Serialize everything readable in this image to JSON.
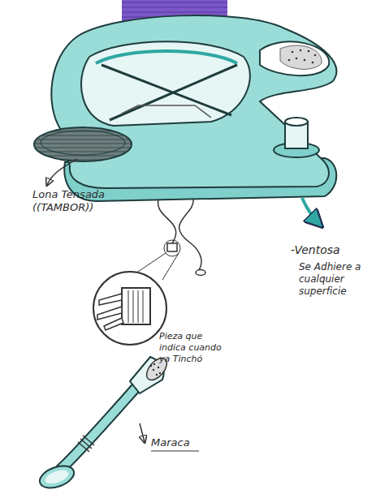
{
  "diagram": {
    "labels": [
      "Lona Tensada ((TAMBOR))",
      "-Ventosa",
      "Se Adhiere a cualquier superficie",
      "Pieza que indica cuando ya Tinchó",
      "Maraca"
    ]
  }
}
